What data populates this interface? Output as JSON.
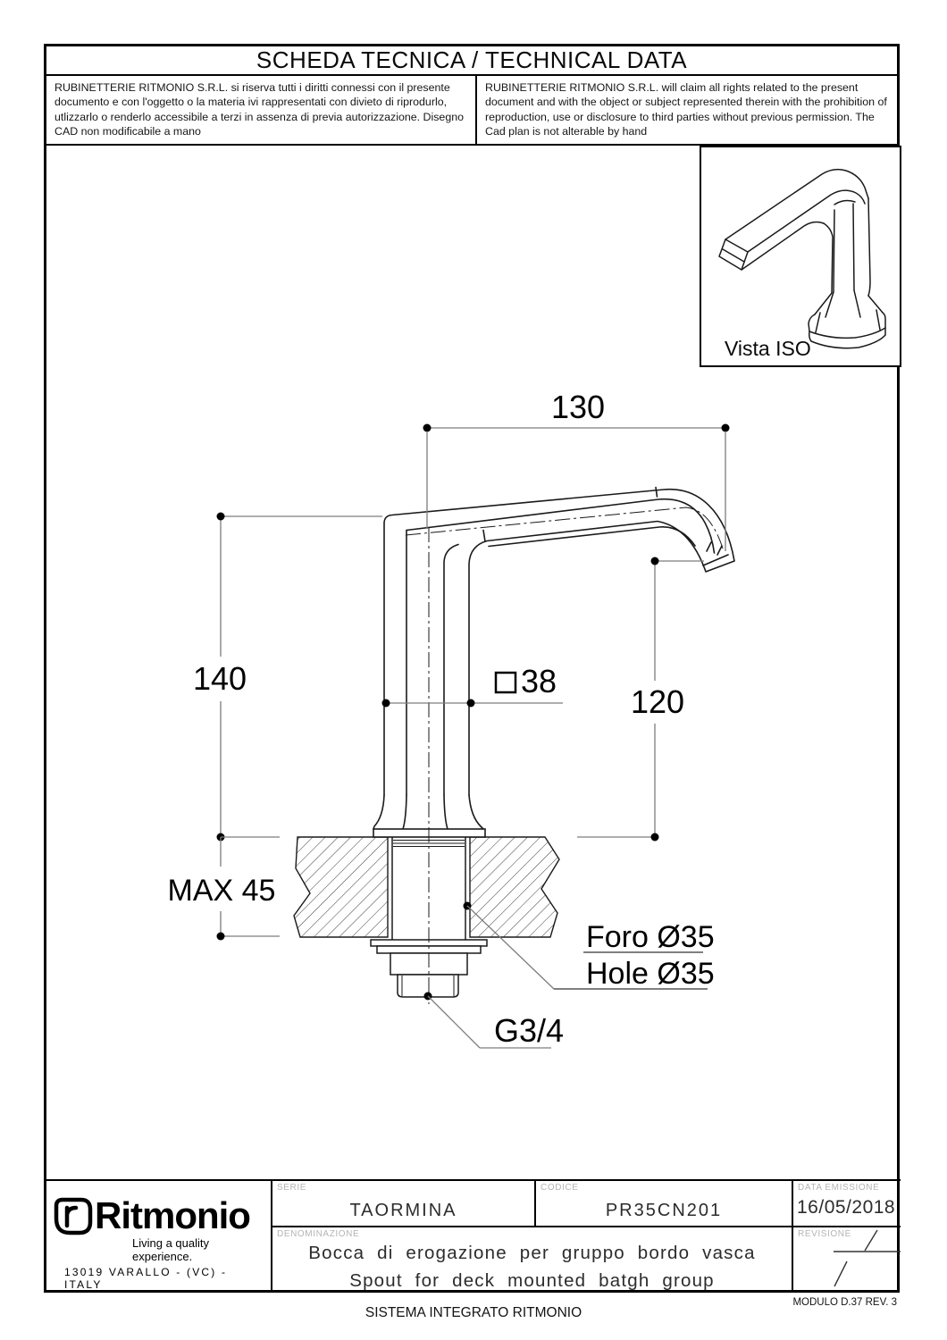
{
  "header": {
    "title": "SCHEDA TECNICA / TECHNICAL DATA",
    "disclaimer_it": "RUBINETTERIE RITMONIO S.R.L. si riserva tutti i diritti connessi con il presente documento e con l'oggetto o la materia ivi rappresentati con divieto di riprodurlo, utlizzarlo o renderlo accessibile a terzi in assenza di previa autorizzazione. Disegno CAD non modificabile a mano",
    "disclaimer_en": "RUBINETTERIE RITMONIO S.R.L. will claim all rights related to the present document and with the object or subject represented therein with the prohibition of reproduction, use or disclosure to third parties without previous permission.  The Cad plan is not alterable by hand"
  },
  "drawing": {
    "iso_label": "Vista ISO",
    "dim_top_width": "130",
    "dim_left_height": "140",
    "dim_right_height": "120",
    "dim_square_section": "38",
    "dim_max_deck": "MAX 45",
    "hole_label_it": "Foro Ø35",
    "hole_label_en": "Hole Ø35",
    "thread_label": "G3/4"
  },
  "title_block": {
    "serie_label": "SERIE",
    "serie_value": "TAORMINA",
    "codice_label": "CODICE",
    "codice_value": "PR35CN201",
    "data_label": "DATA  EMISSIONE",
    "data_value": "16/05/2018",
    "denominazione_label": "DENOMINAZIONE",
    "denominazione_it": "Bocca di erogazione per gruppo bordo vasca",
    "denominazione_en": "Spout for deck mounted batgh group",
    "revisione_label": "REVISIONE",
    "logo_brand": "Ritmonio",
    "logo_tagline": "Living a quality experience.",
    "logo_address": "13019 VARALLO - (VC) - ITALY"
  },
  "footer": {
    "center_text": "SISTEMA INTEGRATO RITMONIO",
    "right_text": "MODULO D.37 REV. 3"
  }
}
